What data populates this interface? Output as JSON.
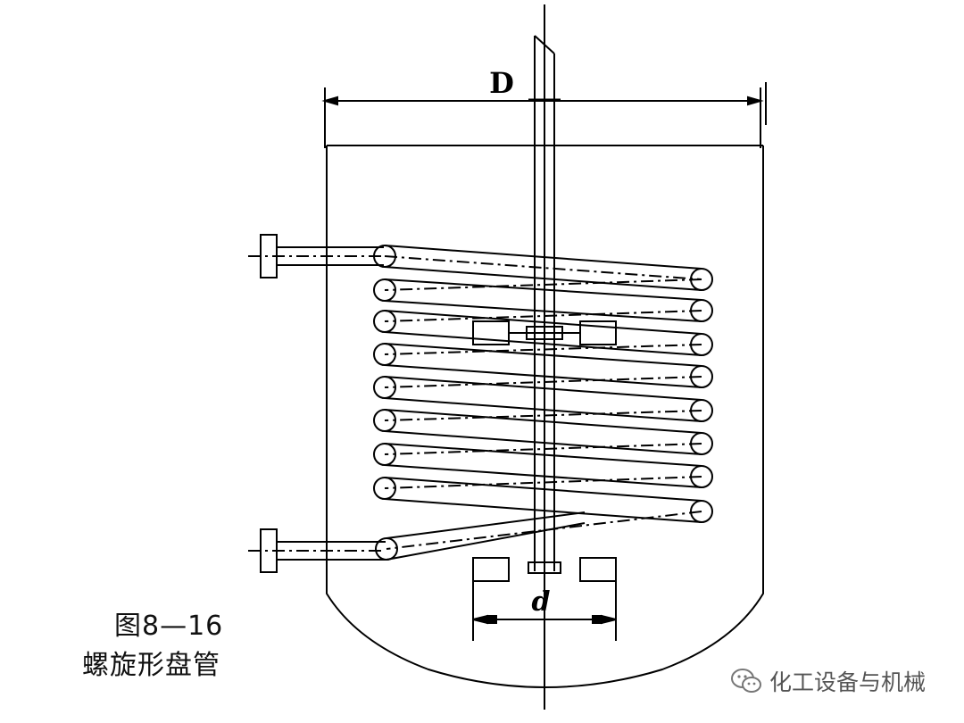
{
  "figure": {
    "dimension_vessel": "D",
    "dimension_impeller": "d",
    "number": "图8—16",
    "title": "螺旋形盘管"
  },
  "watermark": {
    "icon": "wechat-icon",
    "text": "化工设备与机械"
  },
  "colors": {
    "line": "#000000",
    "background": "#ffffff",
    "watermark": "#555555"
  }
}
